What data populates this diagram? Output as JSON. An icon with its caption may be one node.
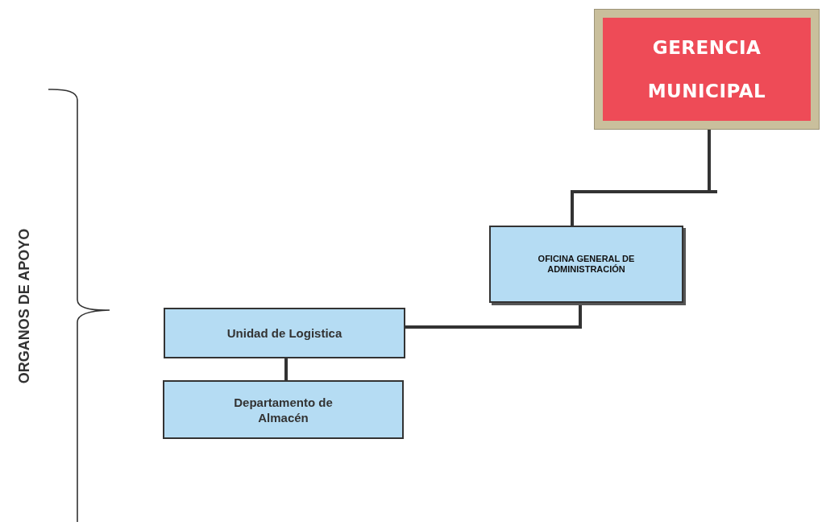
{
  "diagram": {
    "nodes": [
      {
        "text": [
          "GERENCIA MUNICIPAL"
        ]
      },
      {
        "text": [
          "OFICINA GENERAL DE ADMINISTRACIÓN"
        ]
      },
      {
        "text": [
          "Unidad de Logistica"
        ]
      },
      {
        "text": [
          "Departamento de Almacén"
        ]
      }
    ],
    "edges": [
      {
        "from": 0,
        "to": 1,
        "arrow": "none"
      },
      {
        "from": 1,
        "to": 2,
        "arrow": "none"
      },
      {
        "from": 2,
        "to": 3,
        "arrow": "none"
      }
    ],
    "labels": [
      "ORGANOS DE APOYO"
    ]
  }
}
